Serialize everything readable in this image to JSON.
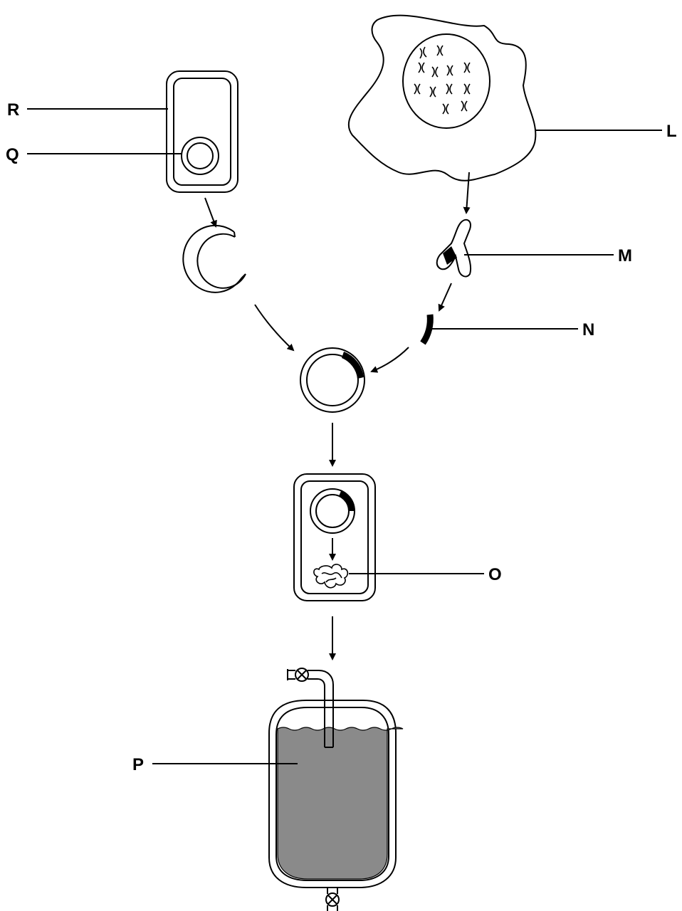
{
  "labels": {
    "R": "R",
    "Q": "Q",
    "L": "L",
    "M": "M",
    "N": "N",
    "O": "O",
    "P": "P"
  },
  "colors": {
    "line": "#000000",
    "medium": "#8a8a8a",
    "background": "#ffffff"
  }
}
